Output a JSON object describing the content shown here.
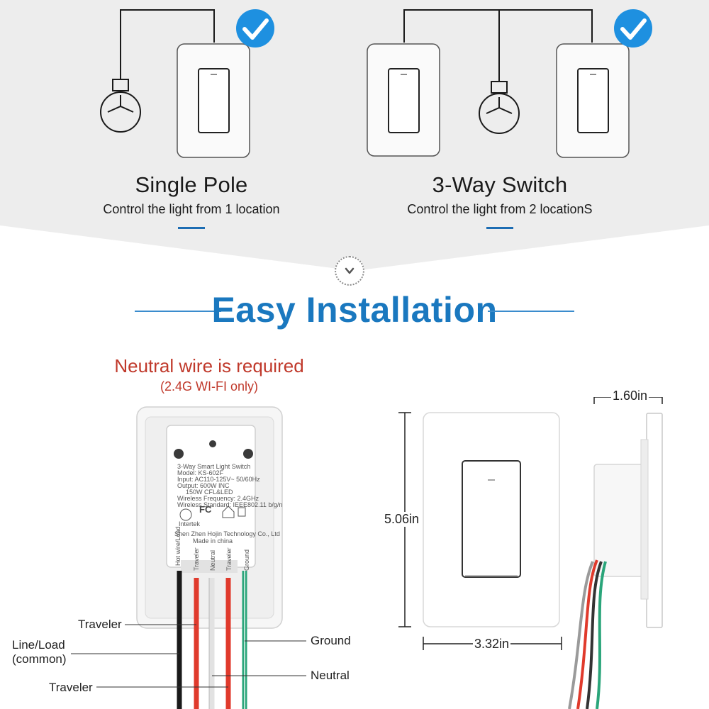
{
  "single_pole": {
    "title": "Single Pole",
    "subtitle": "Control the light from 1 location"
  },
  "three_way": {
    "title": "3-Way Switch",
    "subtitle": "Control the light from 2 locationS"
  },
  "installation": {
    "title": "Easy Installation",
    "neutral_note": "Neutral wire is required",
    "wifi_note": "(2.4G WI-FI only)"
  },
  "device_label": {
    "line1": "3-Way Smart Light Switch",
    "line2": "Model: KS-602F",
    "line3": "Input: AC110-125V~ 50/60Hz",
    "line4": "Output: 600W INC",
    "line5": "150W CFL&LED",
    "line6": "Wireless Frequency: 2.4GHz",
    "line7": "Wireless Standard: IEEE802.11 b/g/n",
    "brand": "Intertek",
    "maker": "Shen Zhen Hojin Technology Co., Ltd",
    "origin": "Made in china",
    "terminal_hot": "Hot wire/Load",
    "terminal_traveler1": "Traveler",
    "terminal_neutral": "Neutral",
    "terminal_traveler2": "Traveler",
    "terminal_ground": "Ground"
  },
  "wire_labels": {
    "traveler_top": "Traveler",
    "line_load": "Line/Load",
    "line_load_sub": "(common)",
    "traveler_bottom": "Traveler",
    "ground": "Ground",
    "neutral": "Neutral"
  },
  "dimensions": {
    "depth": "1.60in",
    "height": "5.06in",
    "width": "3.32in"
  },
  "colors": {
    "accent_blue": "#1a78bf",
    "check_blue": "#1e90e0",
    "note_red": "#c0392b",
    "banner_gray": "#ededed",
    "wire_black": "#1a1a1a",
    "wire_red": "#e03a2c",
    "wire_white": "#e8e8e8",
    "wire_green": "#2aa57a"
  },
  "icons": [
    "check-icon",
    "light-bulb-icon",
    "chevron-down-icon"
  ]
}
